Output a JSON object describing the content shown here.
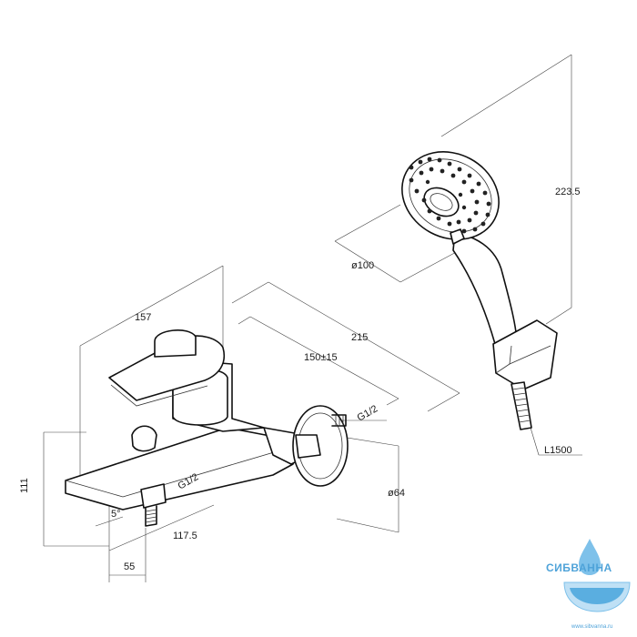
{
  "dimensions": {
    "d_157": "157",
    "d_215": "215",
    "d_150": "150±15",
    "d_g12_right": "G1/2",
    "d_g12_left": "G1/2",
    "d_111": "111",
    "d_5deg": "5°",
    "d_117_5": "117.5",
    "d_55": "55",
    "d_64": "ø64",
    "d_100": "ø100",
    "d_223_5": "223.5",
    "d_l1500": "L1500"
  },
  "watermark": {
    "brand": "СИБВАННА",
    "url": "www.sibvanna.ru",
    "accent": "#4fa3d9"
  }
}
